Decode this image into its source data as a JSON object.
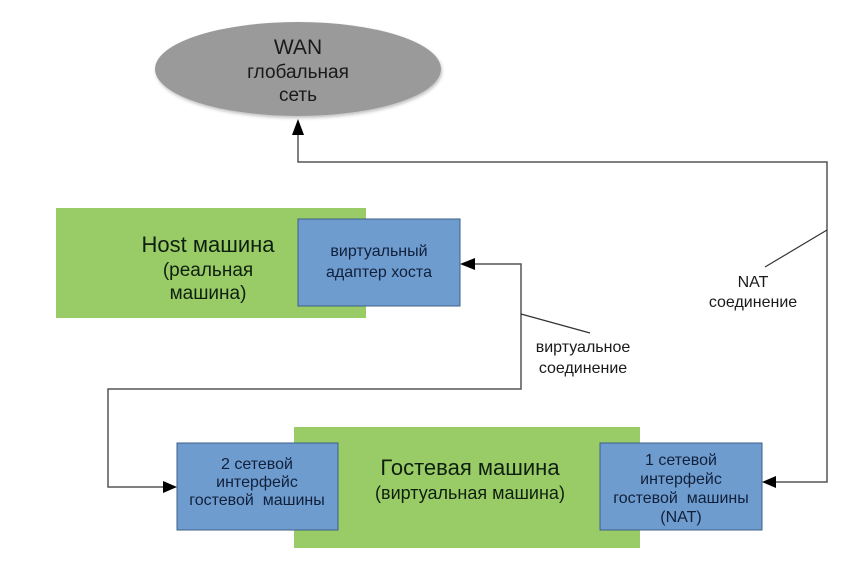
{
  "colors": {
    "wan_fill": "#9a9a9a",
    "machine_fill": "#99cc66",
    "adapter_fill": "#6f9ccf",
    "adapter_stroke": "#3d5f8a",
    "line": "#555555"
  },
  "wan": {
    "title": "WAN",
    "line1": "глобальная",
    "line2": "сеть"
  },
  "host": {
    "title": "Host машина",
    "line1": "(реальная",
    "line2": "машина)",
    "adapter": {
      "line1": "виртуальный",
      "line2": "адаптер хоста"
    }
  },
  "guest": {
    "title": "Гостевая машина",
    "subtitle": "(виртуальная машина)",
    "nic2": {
      "line1": "2 сетевой",
      "line2": "интерфейс",
      "line3": "гостевой  машины"
    },
    "nic1": {
      "line1": "1 сетевой",
      "line2": "интерфейс",
      "line3": "гостевой  машины",
      "line4": "(NAT)"
    }
  },
  "labels": {
    "virtual_connection": {
      "line1": "виртуальное",
      "line2": "соединение"
    },
    "nat_connection": {
      "line1": "NAT",
      "line2": "соединение"
    }
  }
}
